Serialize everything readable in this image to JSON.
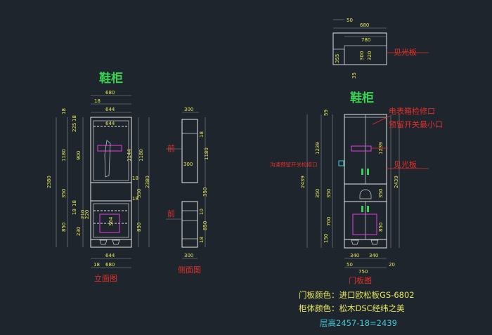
{
  "front_view": {
    "title": "鞋柜",
    "caption": "立面图",
    "top_dims": [
      "680",
      "18",
      "644"
    ],
    "inner_top": "644",
    "left_total": "2380",
    "left_segments": [
      "18",
      "1180",
      "350",
      "850"
    ],
    "left_inner": [
      "18",
      "225",
      "900",
      "18",
      "18",
      "230",
      "210",
      "220"
    ],
    "right_total": "2380",
    "right_segments": [
      "1180",
      "350",
      "850"
    ],
    "inner_right": [
      "1144",
      "18",
      "18",
      "350"
    ],
    "lower_inner": "364",
    "bottom_dims": [
      "644",
      "18",
      "680"
    ]
  },
  "side_view": {
    "caption": "侧面图",
    "front_label": "前",
    "top_dim": "300",
    "inner_dim": "300",
    "bottom_dim": "300",
    "dims": [
      "18",
      "1180",
      "350",
      "10",
      "850",
      "18"
    ]
  },
  "door_view": {
    "title": "鞋柜",
    "caption": "门板图",
    "left_total": "2439",
    "left_segments": [
      "59",
      "1239",
      "350",
      "700",
      "150"
    ],
    "right_total": "2439",
    "right_segments": [
      "1239",
      "350",
      "850"
    ],
    "bottom_dims": [
      "340",
      "340",
      "50",
      "750",
      "20"
    ],
    "annotations": [
      "电表箱检修口",
      "预留开关最小口",
      "见光板",
      "沟通预留开关检修口"
    ]
  },
  "plan_view": {
    "dims": [
      "50",
      "680",
      "780",
      "300",
      "320",
      "355",
      "35"
    ],
    "label": "见光板"
  },
  "notes": {
    "door_color": "门板颜色：进口欧松板GS-6802",
    "body_color": "柜体颜色：松木DSC经纬之美",
    "floor_height": "层高2457-18=2439"
  }
}
